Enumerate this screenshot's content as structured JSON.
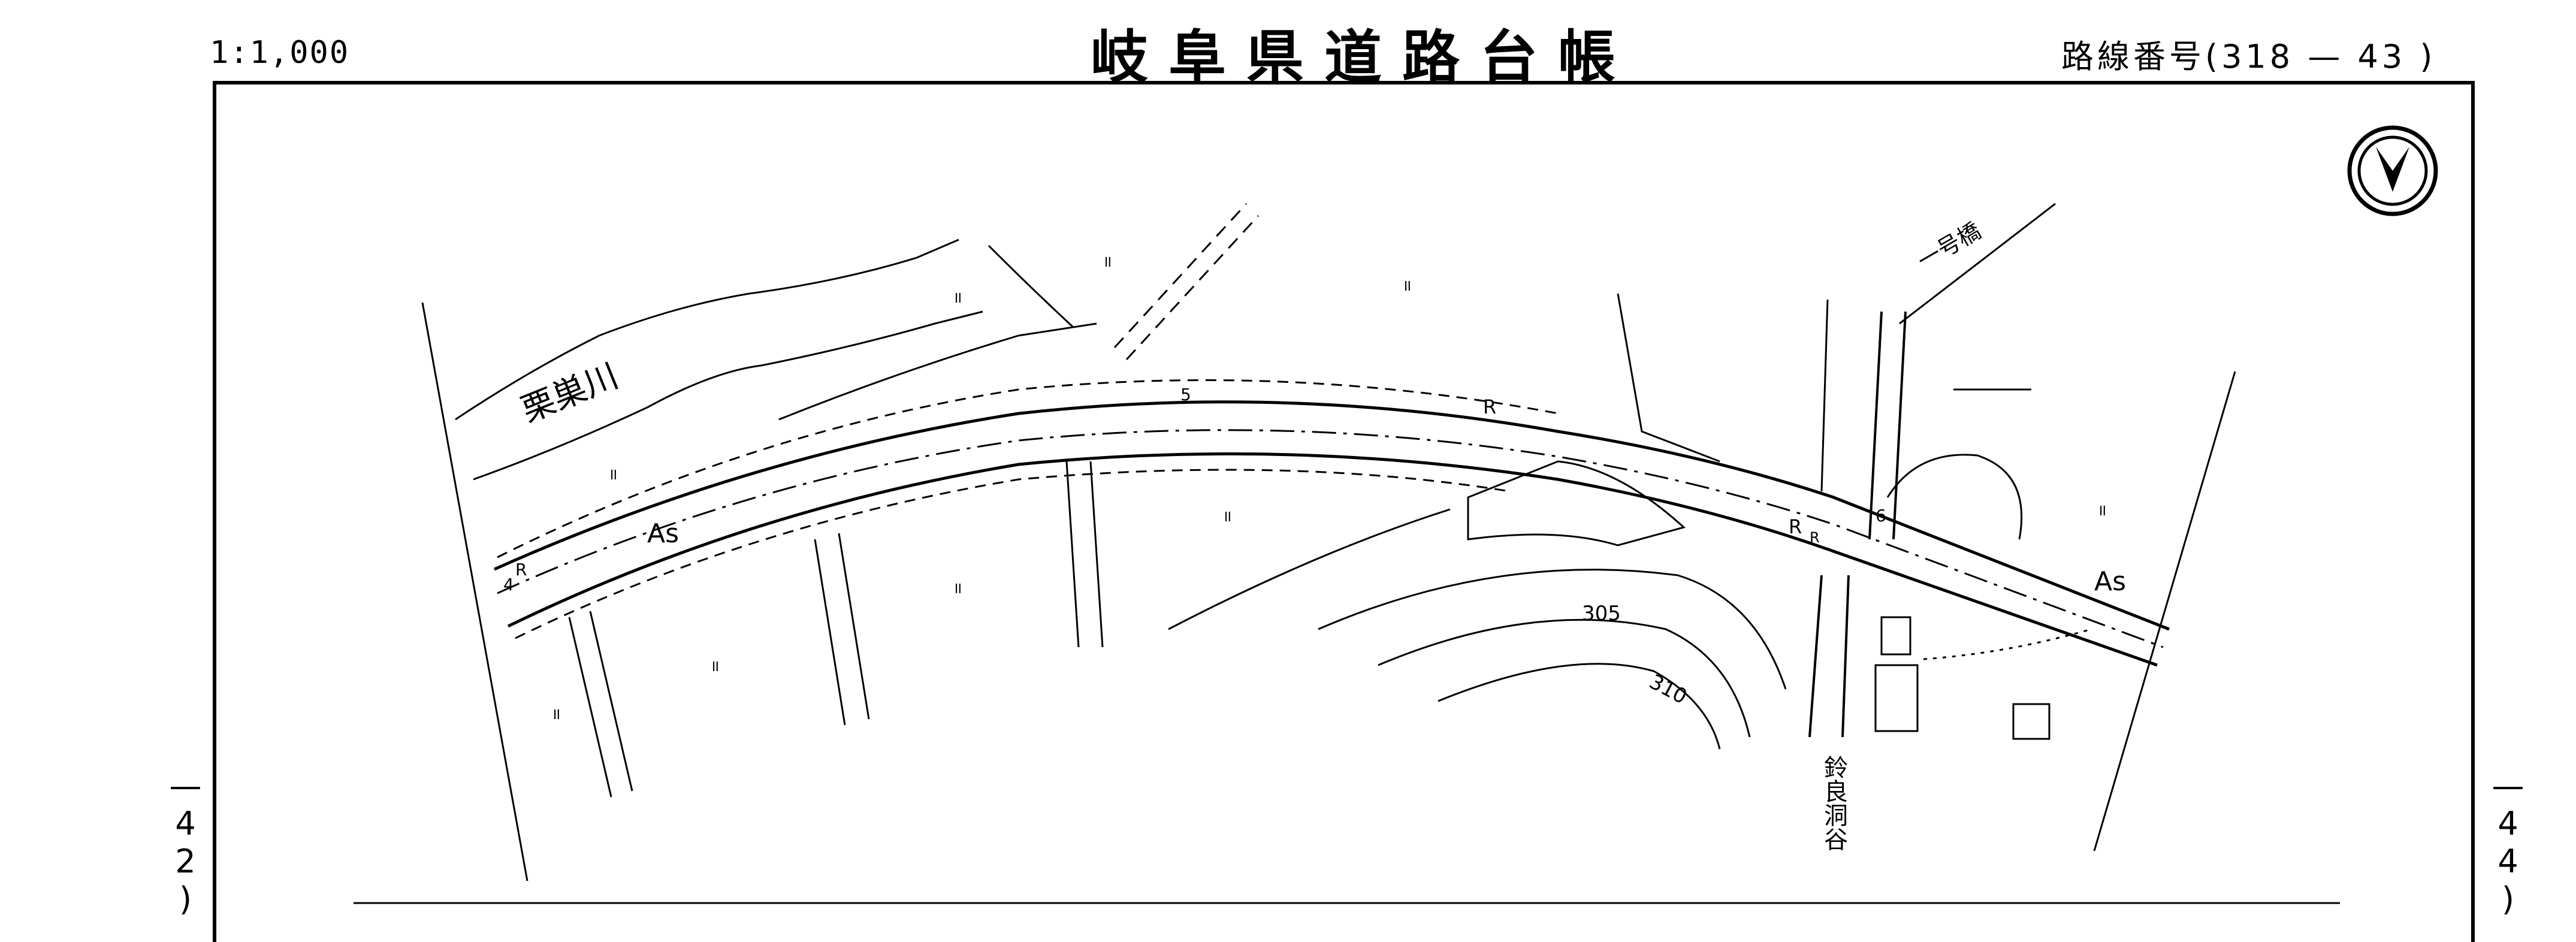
{
  "header": {
    "scale": "1:1,000",
    "title": "岐阜県道路台帳",
    "route_label": "路線番号",
    "route_open": "(",
    "route_number": "318",
    "route_dash": "—",
    "route_sheet": "43",
    "route_close": ")"
  },
  "page_refs": {
    "left": "—42)",
    "right": "—44)"
  },
  "map": {
    "river_name": "栗巣川",
    "bridge_name": "一号橋",
    "valley_name": "鈴良洞谷",
    "surface_left": "As",
    "surface_right": "As",
    "contour_305": "305",
    "contour_310": "310",
    "station_4": "4",
    "station_5": "5",
    "station_6": "6",
    "r_marks": [
      "R",
      "R",
      "R",
      "R"
    ],
    "field_marks": [
      "॥",
      "॥",
      "॥",
      "॥",
      "॥",
      "॥",
      "॥",
      "॥",
      "॥"
    ]
  },
  "north_arrow": {
    "icon": "north-arrow-icon"
  }
}
